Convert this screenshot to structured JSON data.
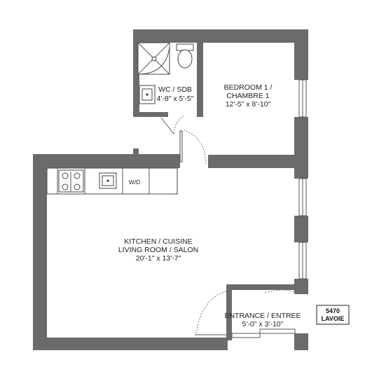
{
  "colors": {
    "wall": "#6b6b6b",
    "fixture_stroke": "#444444"
  },
  "rooms": {
    "wc": {
      "name": "WC / SDB",
      "dims": "4'-8\" x 5'-5\""
    },
    "bedroom": {
      "name_line1": "BEDROOM 1 /",
      "name_line2": "CHAMBRE 1",
      "dims": "12'-5\" x 8'-10\""
    },
    "kitchen": {
      "name_line1": "KITCHEN / CUISINE",
      "name_line2": "LIVING ROOM / SALON",
      "dims": "20'-1\" x 13'-7\""
    },
    "entrance": {
      "name": "ENTRANCE / ENTREE",
      "dims": "5'-0\" x 3'-10\""
    }
  },
  "appliances": {
    "washer_dryer": "W/D"
  },
  "unit_tag": {
    "line1": "5470",
    "line2": "LAVOIE"
  }
}
